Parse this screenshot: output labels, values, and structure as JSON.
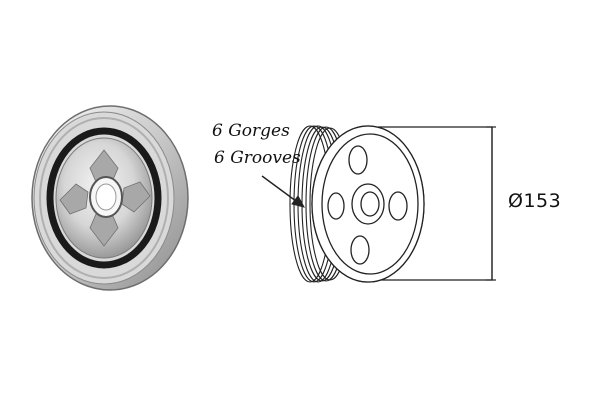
{
  "labels": {
    "line1": "6 Gorges",
    "line2": "6 Grooves"
  },
  "dimension": {
    "diameter": "Ø153"
  },
  "colors": {
    "metal_light": "#e6e6e6",
    "metal_mid": "#bdbdbd",
    "metal_dark": "#7a7a7a",
    "rubber": "#1a1a1a",
    "line": "#222222"
  },
  "icons": [
    "arrow-pointer"
  ]
}
